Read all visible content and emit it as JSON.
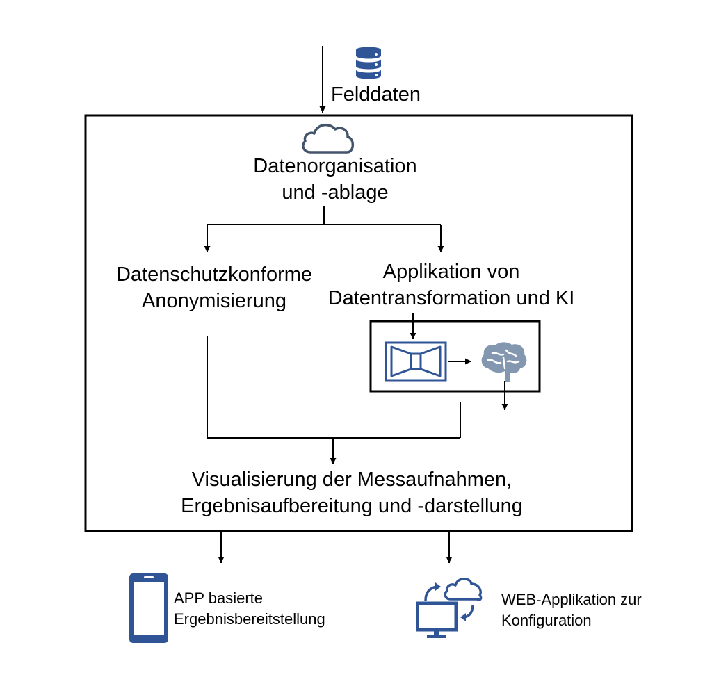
{
  "source": {
    "label": "Felddaten",
    "icon": "database-icon"
  },
  "storage": {
    "line1": "Datenorganisation",
    "line2": "und -ablage",
    "icon": "cloud-icon"
  },
  "anonymization": {
    "line1": "Datenschutzkonforme",
    "line2": "Anonymisierung"
  },
  "ai": {
    "line1": "Applikation von",
    "line2": "Datentransformation und KI",
    "icons": [
      "transform-icon",
      "brain-icon"
    ]
  },
  "visualization": {
    "line1": "Visualisierung der Messaufnahmen,",
    "line2": "Ergebnisaufbereitung und -darstellung"
  },
  "outputs": {
    "app": {
      "line1": "APP basierte",
      "line2": "Ergebnisbereitstellung",
      "icon": "smartphone-icon"
    },
    "web": {
      "line1": "WEB-Applikation zur",
      "line2": "Konfiguration",
      "icon": "cloud-sync-monitor-icon"
    }
  },
  "colors": {
    "icon_blue": "#2f5597",
    "icon_gray": "#8497b0",
    "line": "#000000"
  }
}
